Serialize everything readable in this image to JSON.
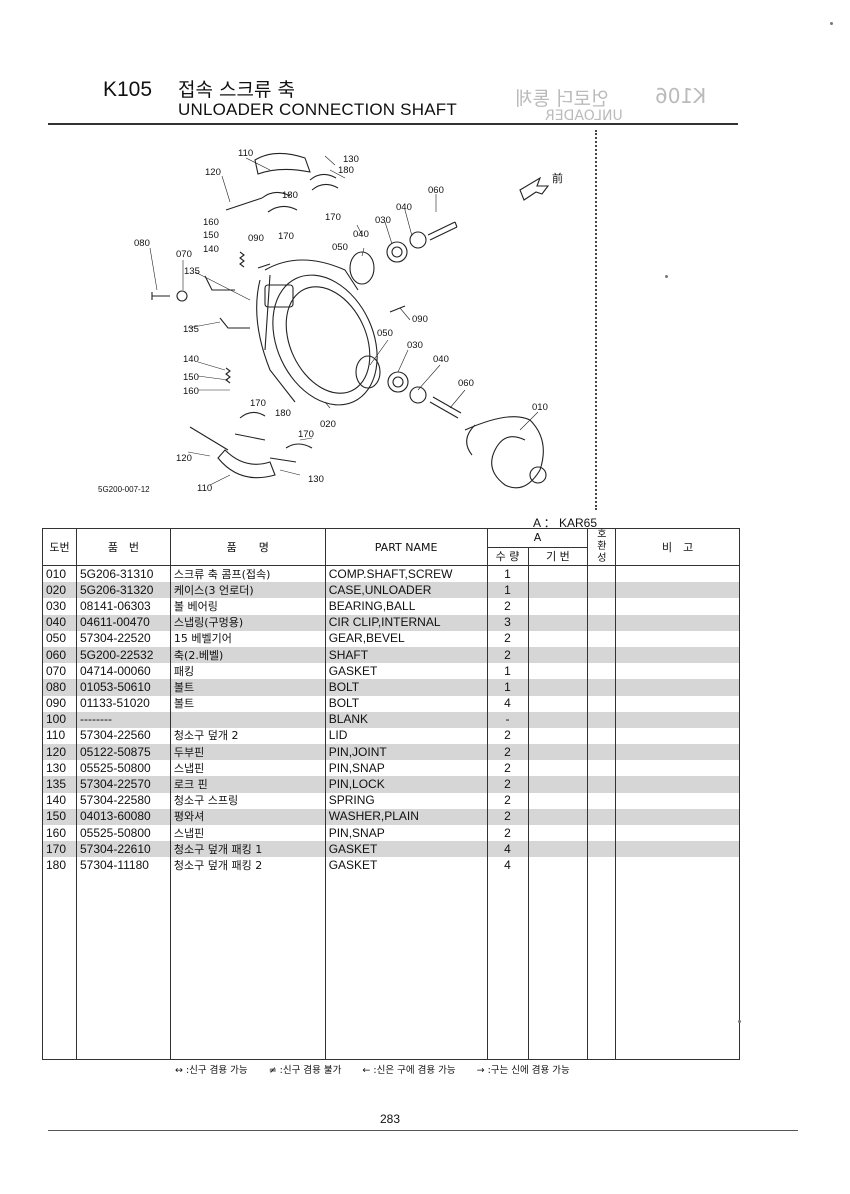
{
  "header": {
    "code": "K105",
    "title_kr": "접속 스크류 축",
    "title_en": "UNLOADER CONNECTION SHAFT",
    "ghost_code": "K106",
    "ghost_title": "언로더 통체",
    "ghost_sub": "UNLOADER"
  },
  "figure": {
    "code": "5G200-007-12",
    "front_label": "前",
    "callouts": [
      {
        "label": "110"
      },
      {
        "label": "130"
      },
      {
        "label": "120"
      },
      {
        "label": "180"
      },
      {
        "label": "180"
      },
      {
        "label": "170"
      },
      {
        "label": "060"
      },
      {
        "label": "040"
      },
      {
        "label": "030"
      },
      {
        "label": "160"
      },
      {
        "label": "150"
      },
      {
        "label": "090"
      },
      {
        "label": "170"
      },
      {
        "label": "040"
      },
      {
        "label": "050"
      },
      {
        "label": "140"
      },
      {
        "label": "080"
      },
      {
        "label": "070"
      },
      {
        "label": "135"
      },
      {
        "label": "135"
      },
      {
        "label": "090"
      },
      {
        "label": "050"
      },
      {
        "label": "030"
      },
      {
        "label": "040"
      },
      {
        "label": "140"
      },
      {
        "label": "150"
      },
      {
        "label": "160"
      },
      {
        "label": "060"
      },
      {
        "label": "170"
      },
      {
        "label": "180"
      },
      {
        "label": "020"
      },
      {
        "label": "010"
      },
      {
        "label": "170"
      },
      {
        "label": "120"
      },
      {
        "label": "130"
      },
      {
        "label": "110"
      }
    ]
  },
  "model_label": "A ： KAR65",
  "table": {
    "headers": {
      "no": "도번",
      "part_no": "품　번",
      "name_kr": "품　　명",
      "name_en": "PART NAME",
      "group_a": "A",
      "qty": "수 량",
      "model": "기 번",
      "compat": "호\n환\n성",
      "remarks": "비　고"
    },
    "rows": [
      {
        "no": "010",
        "part": "5G206-31310",
        "kr": "스크류 축 콤프(접속)",
        "en": "COMP.SHAFT,SCREW",
        "qty": "1",
        "shade": false
      },
      {
        "no": "020",
        "part": "5G206-31320",
        "kr": "케이스(3 언로더)",
        "en": "CASE,UNLOADER",
        "qty": "1",
        "shade": true
      },
      {
        "no": "030",
        "part": "08141-06303",
        "kr": "볼 베어링",
        "en": "BEARING,BALL",
        "qty": "2",
        "shade": false
      },
      {
        "no": "040",
        "part": "04611-00470",
        "kr": "스냅링(구멍용)",
        "en": "CIR CLIP,INTERNAL",
        "qty": "3",
        "shade": true
      },
      {
        "no": "050",
        "part": "57304-22520",
        "kr": "15 베벨기어",
        "en": "GEAR,BEVEL",
        "qty": "2",
        "shade": false
      },
      {
        "no": "060",
        "part": "5G200-22532",
        "kr": "축(2.베벨)",
        "en": "SHAFT",
        "qty": "2",
        "shade": true
      },
      {
        "no": "070",
        "part": "04714-00060",
        "kr": "패킹",
        "en": "GASKET",
        "qty": "1",
        "shade": false
      },
      {
        "no": "080",
        "part": "01053-50610",
        "kr": "볼트",
        "en": "BOLT",
        "qty": "1",
        "shade": true
      },
      {
        "no": "090",
        "part": "01133-51020",
        "kr": "볼트",
        "en": "BOLT",
        "qty": "4",
        "shade": false
      },
      {
        "no": "100",
        "part": "--------",
        "kr": "",
        "en": "BLANK",
        "qty": "-",
        "shade": true
      },
      {
        "no": "110",
        "part": "57304-22560",
        "kr": "청소구 덮개 2",
        "en": "LID",
        "qty": "2",
        "shade": false
      },
      {
        "no": "120",
        "part": "05122-50875",
        "kr": "두부핀",
        "en": "PIN,JOINT",
        "qty": "2",
        "shade": true
      },
      {
        "no": "130",
        "part": "05525-50800",
        "kr": "스냅핀",
        "en": "PIN,SNAP",
        "qty": "2",
        "shade": false
      },
      {
        "no": "135",
        "part": "57304-22570",
        "kr": "로크 핀",
        "en": "PIN,LOCK",
        "qty": "2",
        "shade": true
      },
      {
        "no": "140",
        "part": "57304-22580",
        "kr": "청소구 스프링",
        "en": "SPRING",
        "qty": "2",
        "shade": false
      },
      {
        "no": "150",
        "part": "04013-60080",
        "kr": "평와셔",
        "en": "WASHER,PLAIN",
        "qty": "2",
        "shade": true
      },
      {
        "no": "160",
        "part": "05525-50800",
        "kr": "스냅핀",
        "en": "PIN,SNAP",
        "qty": "2",
        "shade": false
      },
      {
        "no": "170",
        "part": "57304-22610",
        "kr": "청소구 덮개 패킹 1",
        "en": "GASKET",
        "qty": "4",
        "shade": true
      },
      {
        "no": "180",
        "part": "57304-11180",
        "kr": "청소구 덮개 패킹 2",
        "en": "GASKET",
        "qty": "4",
        "shade": false
      }
    ]
  },
  "legend": [
    "↔ :신구 겸용 가능",
    "≠ :신구 겸용 불가",
    "← :신은 구에 겸용 가능",
    "→ :구는 신에 겸용 가능"
  ],
  "page_number": "283"
}
